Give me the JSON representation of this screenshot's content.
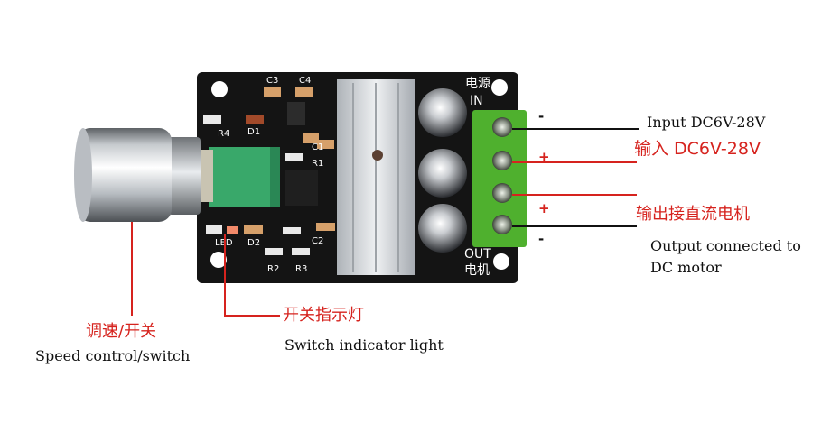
{
  "board": {
    "silkscreen": {
      "c3": "C3",
      "c4": "C4",
      "c1": "C1",
      "c2": "C2",
      "r4": "R4",
      "d1": "D1",
      "r1": "R1",
      "d2": "D2",
      "r2": "R2",
      "r3": "R3",
      "led": "LED",
      "power_cn": "电源",
      "in": "IN",
      "out": "OUT",
      "motor_cn": "电机"
    },
    "terminal_polarity": [
      "-",
      "+",
      "+",
      "-"
    ]
  },
  "callouts": {
    "input_en": "Input DC6V-28V",
    "input_cn": "输入 DC6V-28V",
    "output_cn": "输出接直流电机",
    "output_en_line1": "Output connected to",
    "output_en_line2": "DC motor",
    "indicator_cn": "开关指示灯",
    "indicator_en": "Switch indicator light",
    "speed_cn": "调速/开关",
    "speed_en": "Speed control/switch"
  },
  "colors": {
    "pcb": "#141414",
    "terminal": "#4fb02e",
    "callout_red": "#d6231e",
    "callout_line_dark": "#111111",
    "heatsink": "#c8ccd0"
  }
}
